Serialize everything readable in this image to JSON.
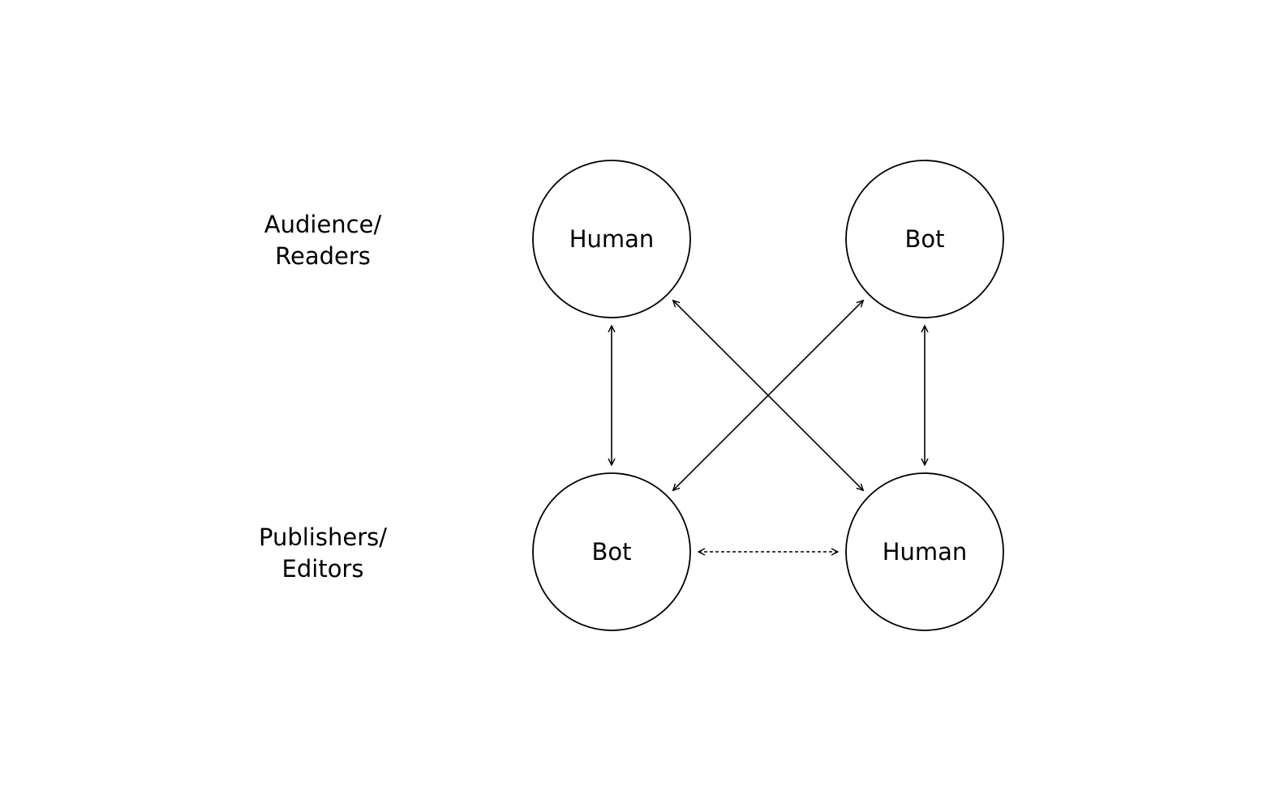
{
  "row_labels": {
    "audience": {
      "line1": "Audience/",
      "line2": "Readers"
    },
    "publishers": {
      "line1": "Publishers/",
      "line2": "Editors"
    }
  },
  "nodes": {
    "top_left": {
      "label": "Human"
    },
    "top_right": {
      "label": "Bot"
    },
    "bottom_left": {
      "label": "Bot"
    },
    "bottom_right": {
      "label": "Human"
    }
  },
  "edges": [
    {
      "from": "top_left",
      "to": "bottom_left",
      "style": "solid",
      "bidirectional": true
    },
    {
      "from": "top_right",
      "to": "bottom_right",
      "style": "solid",
      "bidirectional": true
    },
    {
      "from": "top_left",
      "to": "bottom_right",
      "style": "solid",
      "bidirectional": true
    },
    {
      "from": "top_right",
      "to": "bottom_left",
      "style": "solid",
      "bidirectional": true
    },
    {
      "from": "bottom_left",
      "to": "bottom_right",
      "style": "dashed",
      "bidirectional": true
    }
  ],
  "colors": {
    "stroke": "#000000",
    "background": "#ffffff"
  }
}
